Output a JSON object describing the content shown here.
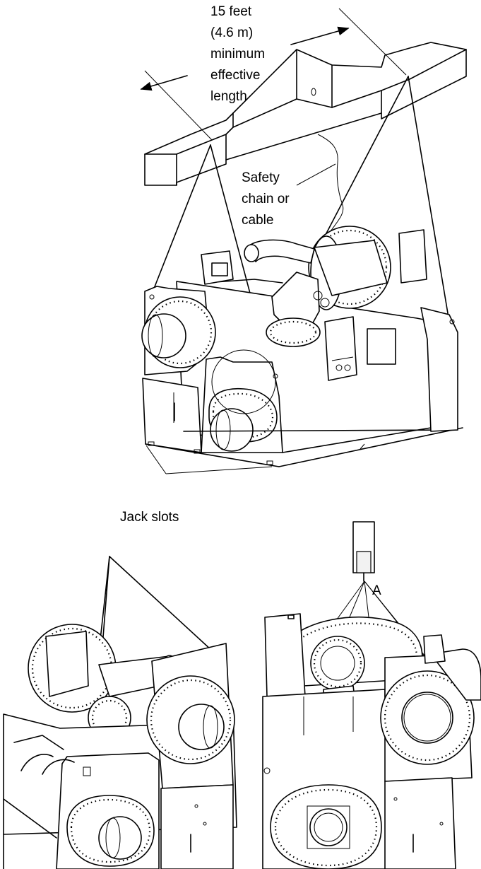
{
  "labels": {
    "length_line1": "15 feet",
    "length_line2": "(4.6 m)",
    "length_line3": "minimum",
    "length_line4": "effective",
    "length_line5": "length",
    "safety_line1": "Safety",
    "safety_line2": "chain or",
    "safety_line3": "cable",
    "jack_slots": "Jack slots",
    "point_a": "A"
  }
}
